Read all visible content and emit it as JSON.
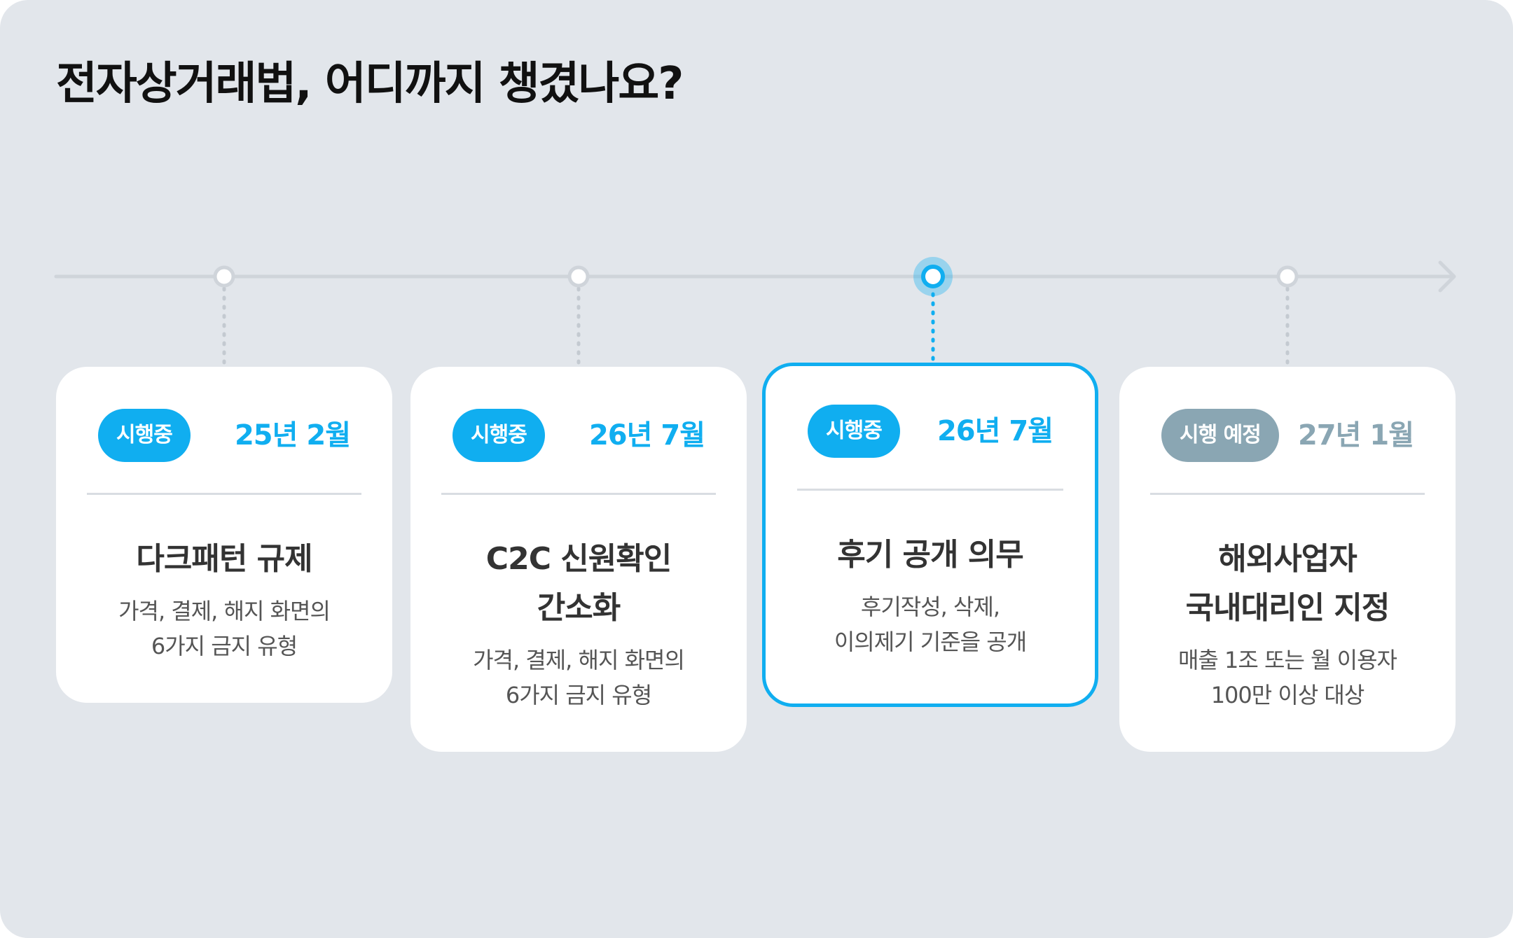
{
  "title": "전자상거래법, 어디까지 챙겼나요?",
  "colors": {
    "background": "#e2e6eb",
    "accent": "#10aef0",
    "planned": "#8aa6b3",
    "card": "#ffffff",
    "timeline": "#cfd4da"
  },
  "cards": [
    {
      "badge": "시행중",
      "date": "25년 2월",
      "title_lines": [
        "다크패턴 규제"
      ],
      "desc_lines": [
        "가격, 결제, 해지 화면의",
        "6가지 금지 유형"
      ]
    },
    {
      "badge": "시행중",
      "date": "26년 7월",
      "title_lines": [
        "C2C 신원확인",
        "간소화"
      ],
      "desc_lines": [
        "가격, 결제, 해지 화면의",
        "6가지 금지 유형"
      ]
    },
    {
      "badge": "시행중",
      "date": "26년 7월",
      "title_lines": [
        "후기 공개 의무"
      ],
      "desc_lines": [
        "후기작성, 삭제,",
        "이의제기 기준을 공개"
      ]
    },
    {
      "badge": "시행 예정",
      "date": "27년 1월",
      "title_lines": [
        "해외사업자",
        "국내대리인 지정"
      ],
      "desc_lines": [
        "매출 1조 또는 월 이용자",
        "100만 이상 대상"
      ]
    }
  ]
}
